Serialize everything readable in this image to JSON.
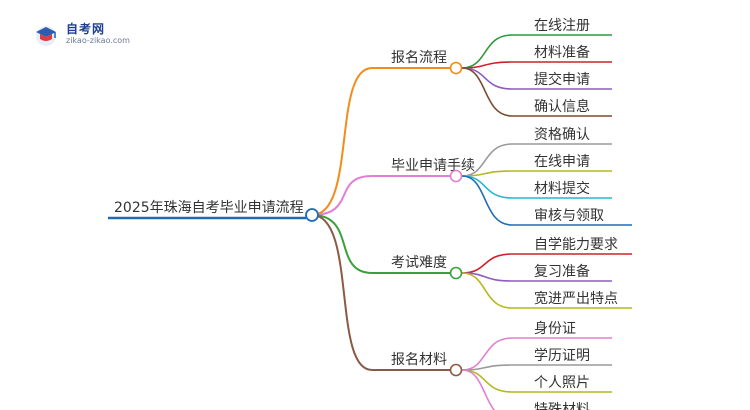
{
  "logo": {
    "title": "自考网",
    "subtitle": "zikao-zikao.com",
    "icon": "graduation-cap-icon",
    "colors": {
      "cap": "#2a5db0",
      "accent": "#e23b3b"
    }
  },
  "root": "2025年珠海自考毕业申请流程",
  "branches": [
    {
      "label": "报名流程",
      "color": "#f28c1a",
      "children": [
        {
          "label": "在线注册",
          "color": "#2e9a3a"
        },
        {
          "label": "材料准备",
          "color": "#d0202a"
        },
        {
          "label": "提交申请",
          "color": "#8e5bc2"
        },
        {
          "label": "确认信息",
          "color": "#7b4a2e"
        }
      ]
    },
    {
      "label": "毕业申请手续",
      "color": "#e27fd2",
      "children": [
        {
          "label": "资格确认",
          "color": "#9a9a9a"
        },
        {
          "label": "在线申请",
          "color": "#b5b81e"
        },
        {
          "label": "材料提交",
          "color": "#1fbad0"
        },
        {
          "label": "审核与领取",
          "color": "#1f6cb5"
        }
      ]
    },
    {
      "label": "考试难度",
      "color": "#3aa03a",
      "children": [
        {
          "label": "自学能力要求",
          "color": "#d0202a"
        },
        {
          "label": "复习准备",
          "color": "#8e5bc2"
        },
        {
          "label": "宽进严出特点",
          "color": "#b5b81e"
        }
      ]
    },
    {
      "label": "报名材料",
      "color": "#8a5a44",
      "children": [
        {
          "label": "身份证",
          "color": "#e27fd2"
        },
        {
          "label": "学历证明",
          "color": "#9a9a9a"
        },
        {
          "label": "个人照片",
          "color": "#b5b81e"
        },
        {
          "label": "特殊材料",
          "color": "#e27fd2"
        }
      ]
    }
  ]
}
